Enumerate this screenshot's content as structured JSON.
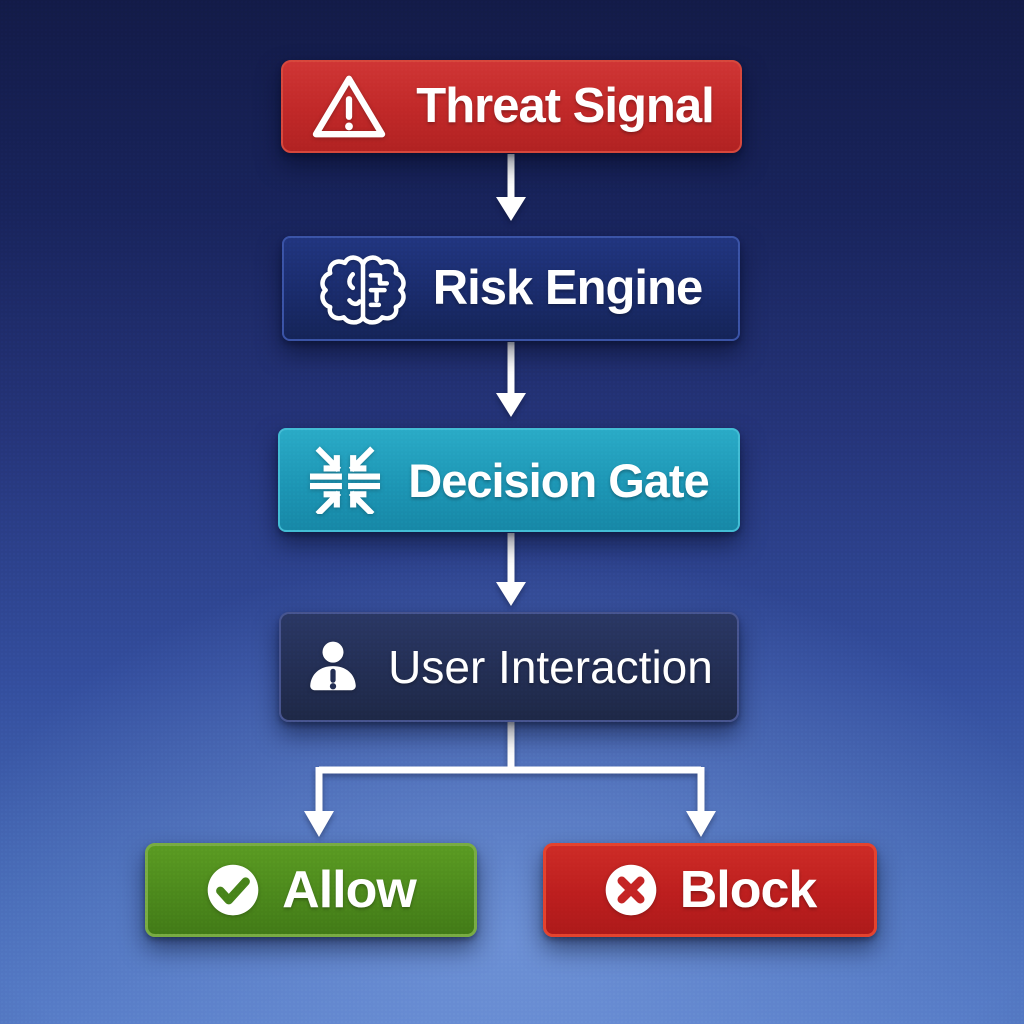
{
  "diagram": {
    "type": "flowchart",
    "description_colors": {
      "background_top": "#131b47",
      "background_bottom": "#5378c4",
      "connector": "#ffffff",
      "text": "#ffffff"
    },
    "nodes": [
      {
        "id": "threat-signal",
        "label": "Threat Signal",
        "icon": "warning-triangle-icon",
        "fill": "#c02828",
        "border": "#d6473c"
      },
      {
        "id": "risk-engine",
        "label": "Risk Engine",
        "icon": "brain-circuit-icon",
        "fill": "#1a2b6a",
        "border": "#3a53a6"
      },
      {
        "id": "decision-gate",
        "label": "Decision Gate",
        "icon": "converge-arrows-icon",
        "fill": "#1d95b4",
        "border": "#42bcd4"
      },
      {
        "id": "user-interaction",
        "label": "User Interaction",
        "icon": "person-alert-icon",
        "fill": "#232e53",
        "border": "#47548e"
      },
      {
        "id": "allow",
        "label": "Allow",
        "icon": "check-circle-icon",
        "fill": "#4c881c",
        "border": "#78ab42",
        "icon_glyph_color": "#47831a"
      },
      {
        "id": "block",
        "label": "Block",
        "icon": "x-circle-icon",
        "fill": "#bc1e1e",
        "border": "#e4422d",
        "icon_glyph_color": "#c42424"
      }
    ],
    "edges": [
      {
        "from": "threat-signal",
        "to": "risk-engine"
      },
      {
        "from": "risk-engine",
        "to": "decision-gate"
      },
      {
        "from": "decision-gate",
        "to": "user-interaction"
      },
      {
        "from": "user-interaction",
        "to": "allow"
      },
      {
        "from": "user-interaction",
        "to": "block"
      }
    ]
  }
}
